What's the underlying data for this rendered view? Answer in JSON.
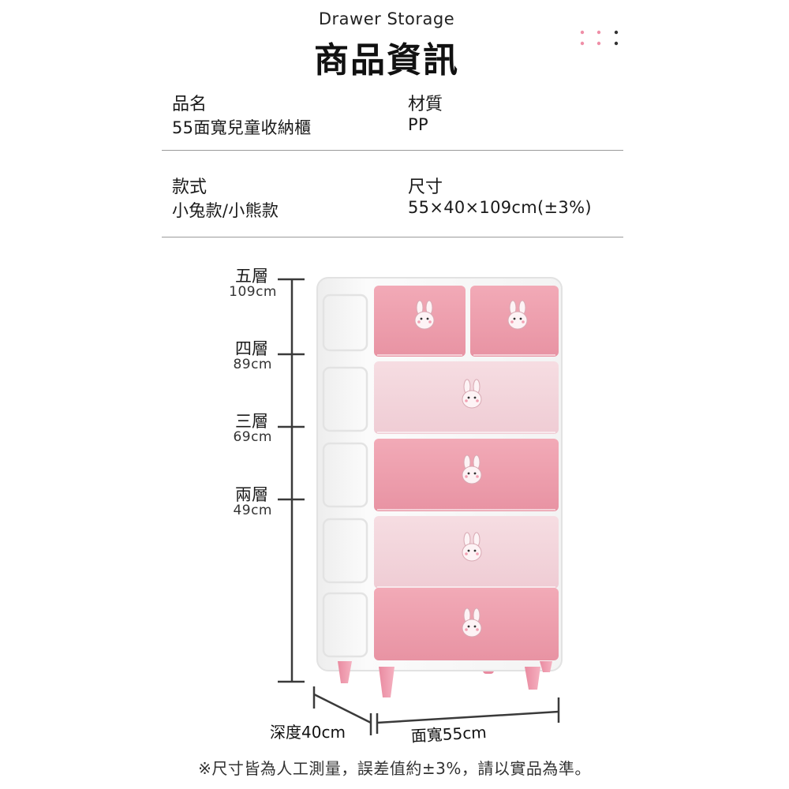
{
  "header": {
    "subtitle": "Drawer Storage",
    "title": "商品資訊"
  },
  "specs": {
    "name_label": "品名",
    "name_value": "55面寬兒童收納櫃",
    "material_label": "材質",
    "material_value": "PP",
    "style_label": "款式",
    "style_value": "小兔款/小熊款",
    "size_label": "尺寸",
    "size_value": "55×40×109cm(±3%)"
  },
  "levels": [
    {
      "name": "五層",
      "height": "109cm"
    },
    {
      "name": "四層",
      "height": "89cm"
    },
    {
      "name": "三層",
      "height": "69cm"
    },
    {
      "name": "兩層",
      "height": "49cm"
    }
  ],
  "dimensions": {
    "depth": "深度40cm",
    "width": "面寬55cm"
  },
  "note": "※尺寸皆為人工測量，誤差值約±3%，請以實品為準。",
  "colors": {
    "drawer_pink": "#ec9fad",
    "drawer_light": "#f2d6dc",
    "cabinet_white": "#f6f6f6",
    "accent_pink": "#ef8fa7",
    "rule_gray": "#9a9a9a"
  }
}
